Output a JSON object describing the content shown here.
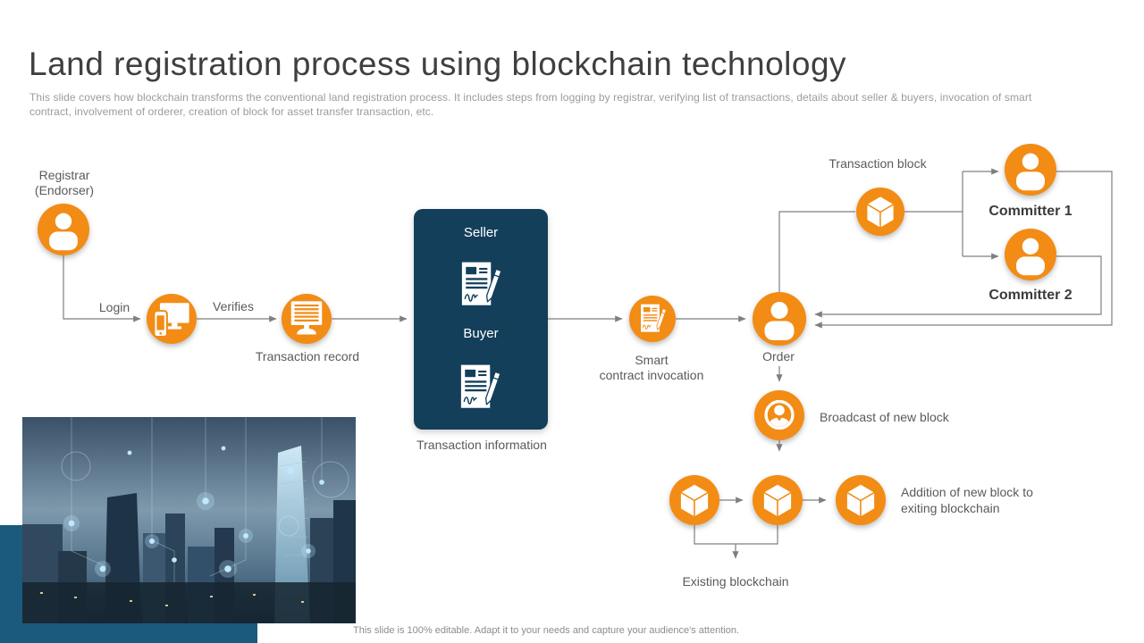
{
  "slide": {
    "title": "Land registration process using blockchain technology",
    "description": "This slide covers how blockchain transforms the conventional land registration process. It includes steps from logging by registrar, verifying list of transactions, details about seller & buyers, invocation of smart contract, involvement of orderer, creation of block for asset transfer transaction, etc.",
    "footer_note": "This slide is 100% editable. Adapt it to your needs and capture your audience's attention."
  },
  "diagram": {
    "registrar": {
      "line1": "Registrar",
      "line2": "(Endorser)"
    },
    "login_label": "Login",
    "verifies_label": "Verifies",
    "transaction_record_label": "Transaction record",
    "seller_label": "Seller",
    "buyer_label": "Buyer",
    "transaction_information_label": "Transaction information",
    "smart_contract": {
      "line1": "Smart",
      "line2": "contract invocation"
    },
    "order_label": "Order",
    "transaction_block_label": "Transaction block",
    "committer1_label": "Committer 1",
    "committer2_label": "Committer 2",
    "broadcast_label": "Broadcast of new block",
    "addition": {
      "line1": "Addition of new block to",
      "line2": "exiting blockchain"
    },
    "existing_blockchain_label": "Existing blockchain"
  },
  "icons": {
    "registrar": "person-icon",
    "login": "computer-devices-icon",
    "verifies": "monitor-list-icon",
    "seller_document": "contract-document-icon",
    "buyer_document": "contract-document-icon",
    "smart_contract": "contract-document-icon",
    "order": "person-icon",
    "transaction_block": "cube-icon",
    "committer1": "person-icon",
    "committer2": "person-icon",
    "broadcast": "broadcast-person-icon",
    "blockchain_blocks": "cube-icon"
  },
  "colors": {
    "accent_orange": "#F28C15",
    "navy_panel": "#143F5B",
    "teal_block": "#1B5A7D",
    "title_text": "#3F3F3F",
    "description_text": "#9B9B9B",
    "label_text": "#5A5A5A",
    "committer_text": "#3B3B3B",
    "connector": "#7F7F7F"
  }
}
